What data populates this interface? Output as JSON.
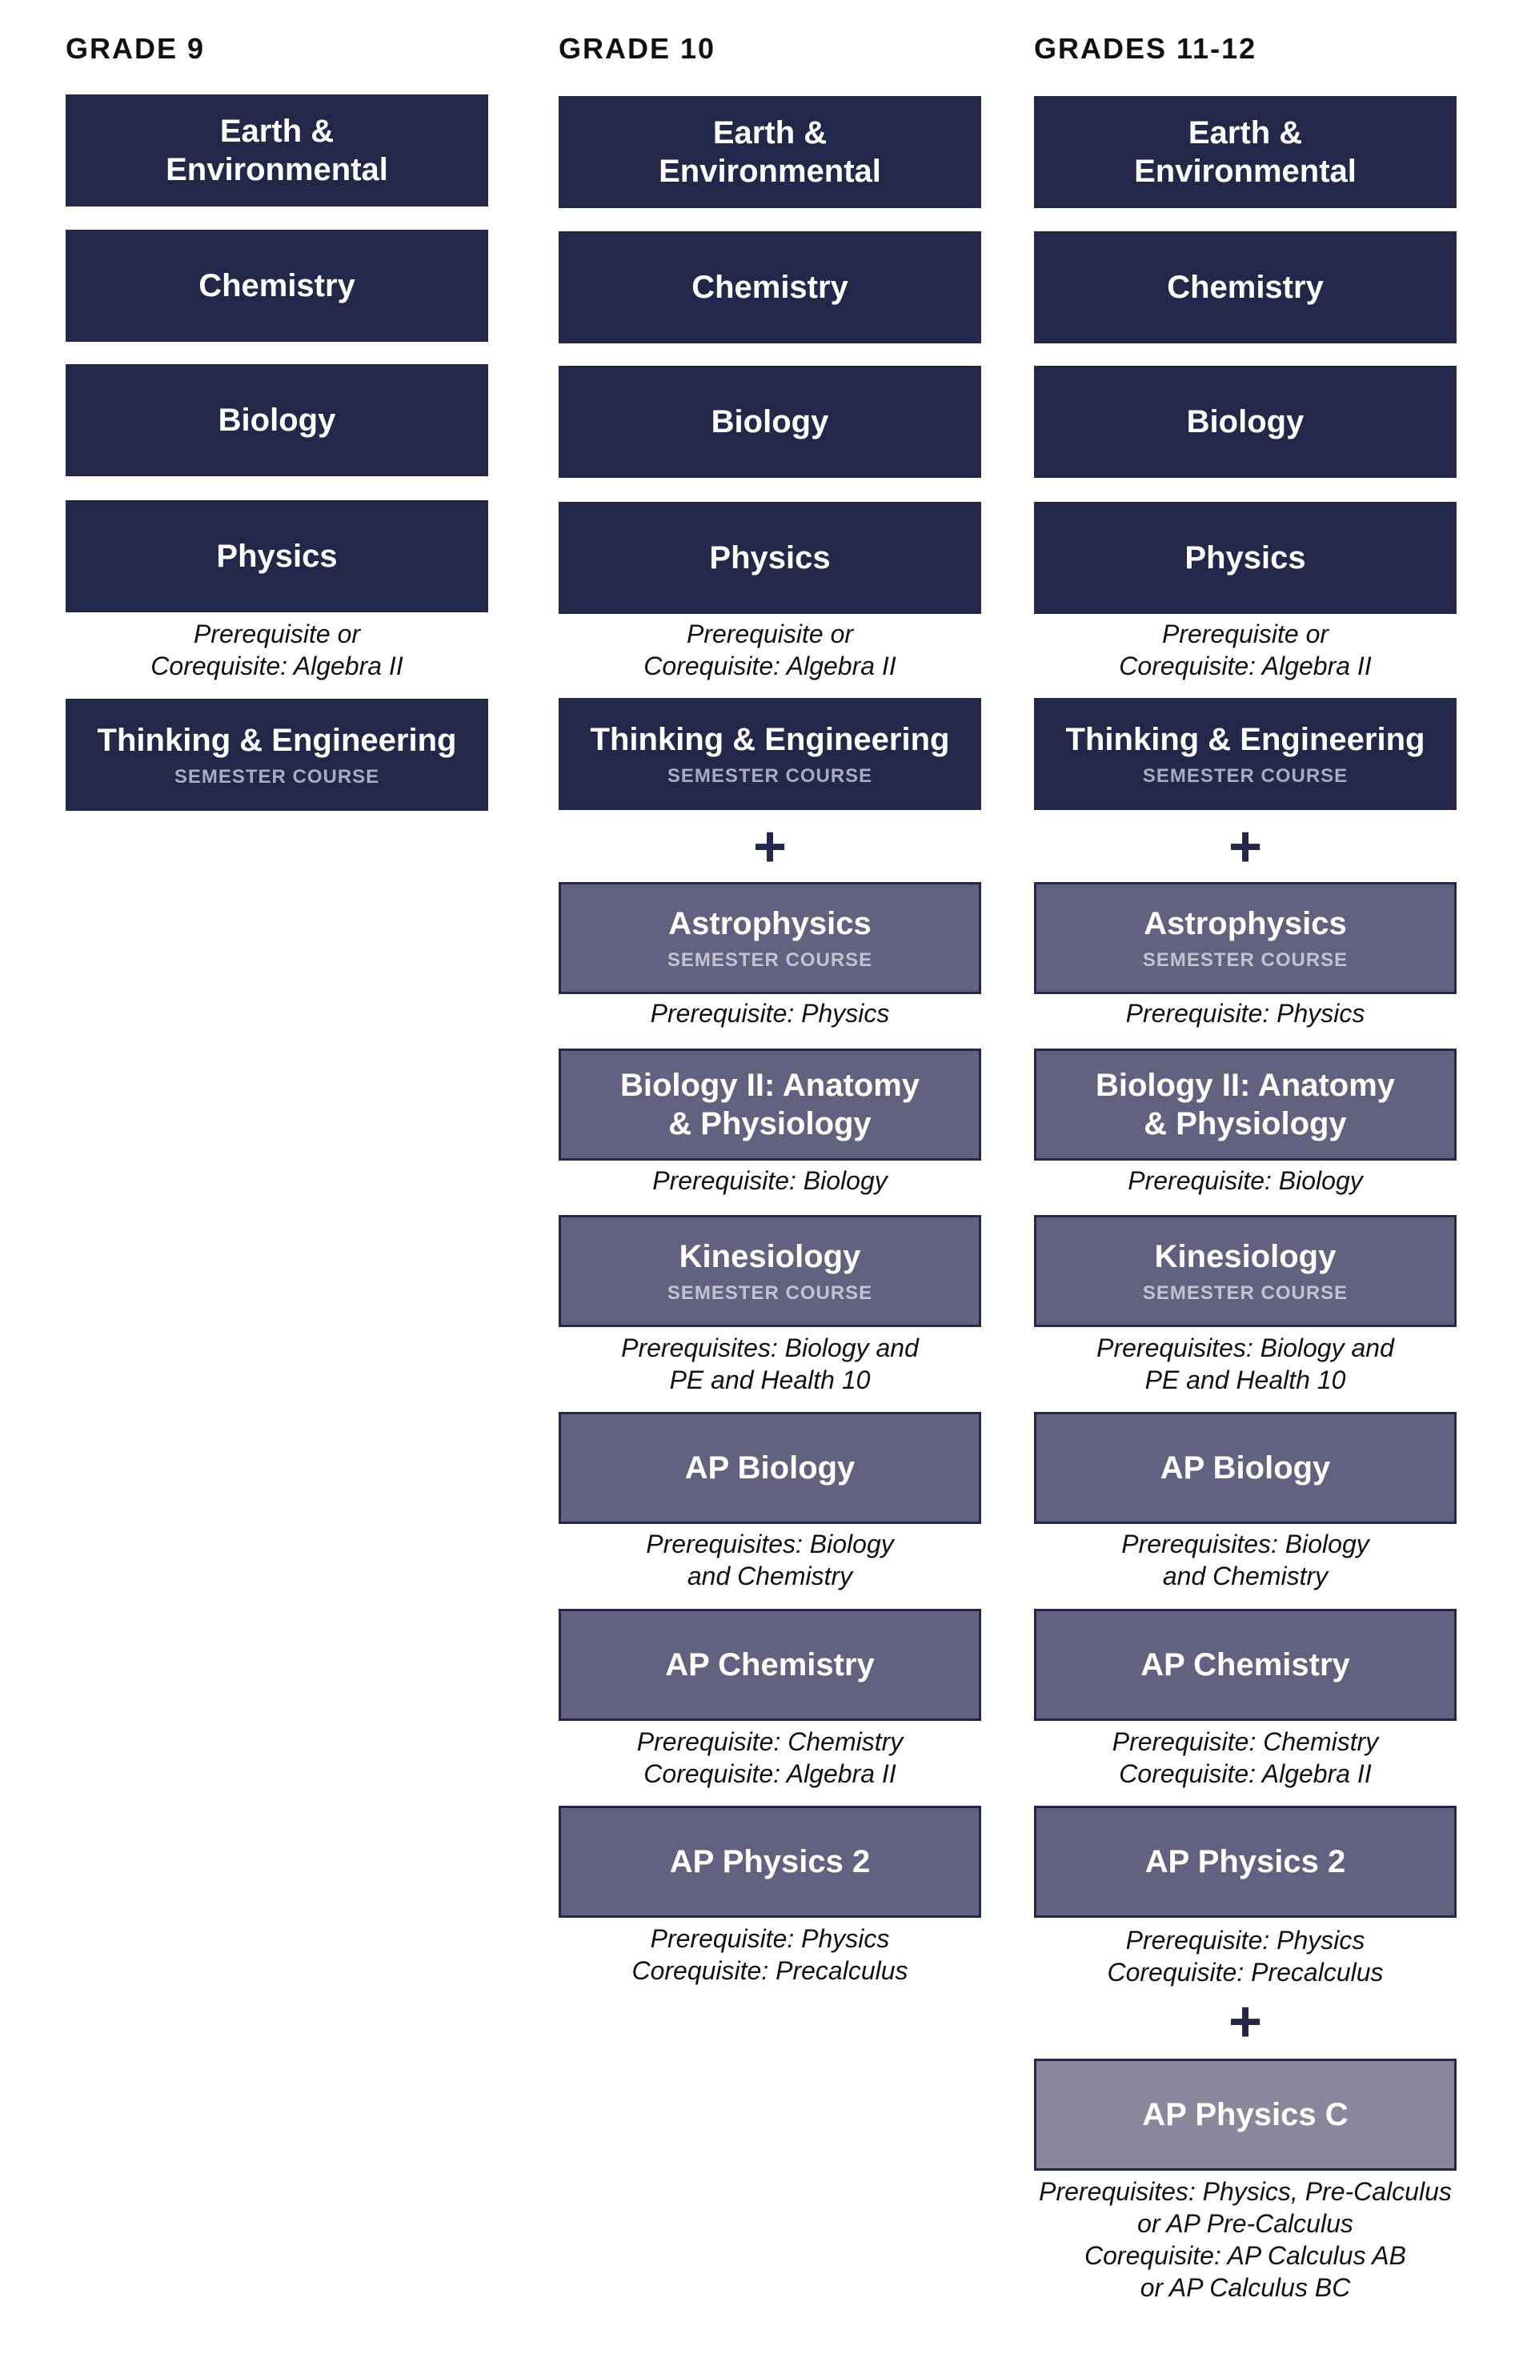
{
  "columns": [
    {
      "heading": "GRADE 9",
      "core": [
        {
          "title": "Earth &\nEnvironmental"
        },
        {
          "title": "Chemistry"
        },
        {
          "title": "Biology"
        },
        {
          "title": "Physics",
          "note": "Prerequisite or\nCorequisite: Algebra II"
        },
        {
          "title": "Thinking & Engineering",
          "sub": "SEMESTER COURSE"
        }
      ]
    },
    {
      "heading": "GRADE 10",
      "core": [
        {
          "title": "Earth &\nEnvironmental"
        },
        {
          "title": "Chemistry"
        },
        {
          "title": "Biology"
        },
        {
          "title": "Physics",
          "note": "Prerequisite or\nCorequisite: Algebra II"
        },
        {
          "title": "Thinking & Engineering",
          "sub": "SEMESTER COURSE"
        }
      ],
      "plus": "+",
      "electives": [
        {
          "title": "Astrophysics",
          "sub": "SEMESTER COURSE",
          "note": "Prerequisite: Physics"
        },
        {
          "title": "Biology II: Anatomy\n& Physiology",
          "note": "Prerequisite: Biology"
        },
        {
          "title": "Kinesiology",
          "sub": "SEMESTER COURSE",
          "note": "Prerequisites: Biology and\nPE and Health 10"
        },
        {
          "title": "AP Biology",
          "note": "Prerequisites: Biology\nand Chemistry"
        },
        {
          "title": "AP Chemistry",
          "note": "Prerequisite: Chemistry\nCorequisite: Algebra II"
        },
        {
          "title": "AP Physics 2",
          "note": "Prerequisite: Physics\nCorequisite: Precalculus"
        }
      ]
    },
    {
      "heading": "GRADES 11-12",
      "core": [
        {
          "title": "Earth &\nEnvironmental"
        },
        {
          "title": "Chemistry"
        },
        {
          "title": "Biology"
        },
        {
          "title": "Physics",
          "note": "Prerequisite or\nCorequisite: Algebra II"
        },
        {
          "title": "Thinking & Engineering",
          "sub": "SEMESTER COURSE"
        }
      ],
      "plus": "+",
      "electives": [
        {
          "title": "Astrophysics",
          "sub": "SEMESTER COURSE",
          "note": "Prerequisite: Physics"
        },
        {
          "title": "Biology II: Anatomy\n& Physiology",
          "note": "Prerequisite: Biology"
        },
        {
          "title": "Kinesiology",
          "sub": "SEMESTER COURSE",
          "note": "Prerequisites: Biology and\nPE and Health 10"
        },
        {
          "title": "AP Biology",
          "note": "Prerequisites: Biology\nand Chemistry"
        },
        {
          "title": "AP Chemistry",
          "note": "Prerequisite: Chemistry\nCorequisite: Algebra II"
        },
        {
          "title": "AP Physics 2",
          "note": "Prerequisite: Physics\nCorequisite: Precalculus"
        }
      ],
      "plus2": "+",
      "advanced": [
        {
          "title": "AP Physics C",
          "note": "Prerequisites: Physics, Pre-Calculus\nor AP Pre-Calculus\nCorequisite: AP Calculus AB\nor AP Calculus BC"
        }
      ]
    }
  ],
  "colors": {
    "core": "#23274a",
    "elective": "#636180",
    "advanced": "#8a879d"
  }
}
